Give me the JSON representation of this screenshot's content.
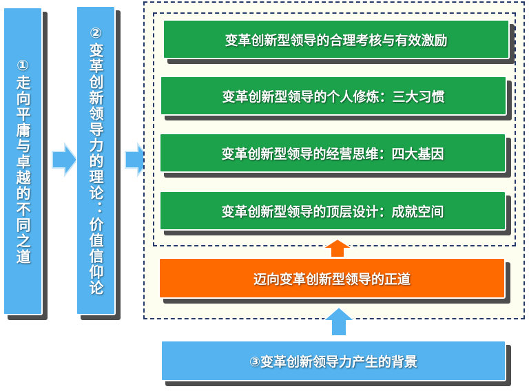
{
  "left_column": {
    "box1_text": "①走向平庸与卓越的不同之道",
    "box2_text": "②变革创新领导力的理论：价值信仰论"
  },
  "practice_items": [
    "变革创新型领导的合理考核与有效激励",
    "变革创新型领导的个人修炼：三大习惯",
    "变革创新型领导的经营思维：四大基因",
    "变革创新型领导的顶层设计：成就空间"
  ],
  "path_label": "迈向变革创新型领导的正道",
  "background_label": "③变革创新领导力产生的背景",
  "colors": {
    "blue": "#55b4ef",
    "green": "#1ca24b",
    "orange": "#ff6a00",
    "dashed_border": "#233a6b",
    "outer_fill": "#fdfdf0"
  },
  "icons": {
    "right_arrow": "right-arrow-icon",
    "up_arrow": "up-arrow-icon"
  }
}
